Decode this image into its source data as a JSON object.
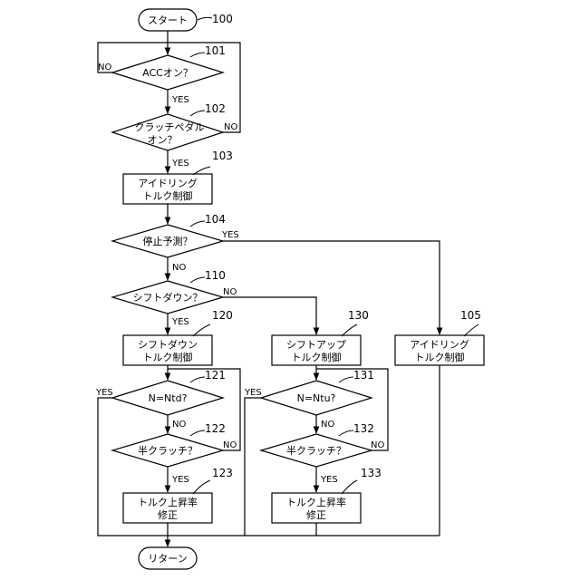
{
  "nodes": {
    "start": "スタート",
    "acc": "ACCオン？",
    "clutch_1": "クラッチペダル",
    "clutch_2": "オン？",
    "idle1_1": "アイドリング",
    "idle1_2": "トルク制御",
    "stop": "停止予測？",
    "shiftdown_q": "シフトダウン？",
    "sd_1": "シフトダウン",
    "sd_2": "トルク制御",
    "su_1": "シフトアップ",
    "su_2": "トルク制御",
    "idle2_1": "アイドリング",
    "idle2_2": "トルク制御",
    "ntd": "N=Ntd?",
    "ntu": "N=Ntu?",
    "half1": "半クラッチ？",
    "half2": "半クラッチ？",
    "rise1_1": "トルク上昇率",
    "rise1_2": "修正",
    "rise2_1": "トルク上昇率",
    "rise2_2": "修正",
    "return": "リターン"
  },
  "refs": {
    "r100": "100",
    "r101": "101",
    "r102": "102",
    "r103": "103",
    "r104": "104",
    "r105": "105",
    "r110": "110",
    "r120": "120",
    "r121": "121",
    "r122": "122",
    "r123": "123",
    "r130": "130",
    "r131": "131",
    "r132": "132",
    "r133": "133"
  },
  "branch": {
    "yes": "YES",
    "no": "NO"
  }
}
